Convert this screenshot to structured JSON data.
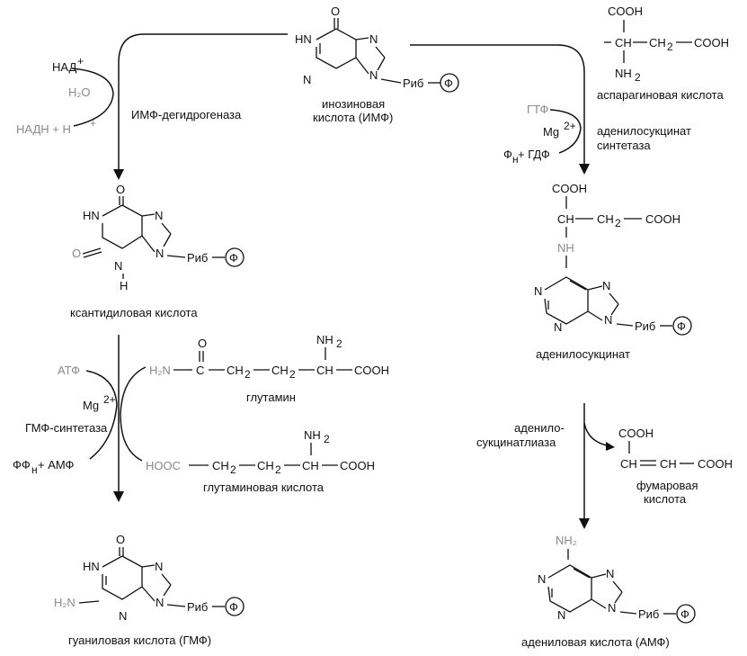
{
  "imp": {
    "name1": "инозиновая",
    "name2": "кислота (ИМФ)"
  },
  "xmp": {
    "name": "ксантидиловая кислота"
  },
  "gmp": {
    "name": "гуаниловая кислота (ГМФ)"
  },
  "adenylosuccinate": {
    "name": "аденилосукцинат"
  },
  "amp": {
    "name": "адениловая кислота (АМФ)"
  },
  "aspartate": {
    "name": "аспарагиновая кислота"
  },
  "glutamine": {
    "name": "глутамин"
  },
  "glutamate": {
    "name": "глутаминовая кислота"
  },
  "fumarate": {
    "name1": "фумаровая",
    "name2": "кислота"
  },
  "enzymes": {
    "imp_dh": "ИМФ-дегидрогеназа",
    "gmp_synthetase": "ГМФ-синтетаза",
    "adsucc_synthetase1": "аденилосукцинат",
    "adsucc_synthetase2": "синтетаза",
    "adsucc_lyase1": "аденило-",
    "adsucc_lyase2": "сукцинатлиаза"
  },
  "cofactors": {
    "nad": "НАД",
    "nad_sup": "+",
    "h2o": "H₂O",
    "nadh": "НАДН + Н",
    "nadh_sup": "+",
    "atp": "АТФ",
    "mg_left": "Mg",
    "mg_left_sup": "2+",
    "ppi": "ФФ",
    "ppi_sub": "н",
    "ppi_rest": " + АМФ",
    "gtp": "ГТФ",
    "mg_right": "Mg",
    "mg_right_sup": "2+",
    "pi": "Ф",
    "pi_sub": "н",
    "pi_rest": " + ГДФ"
  },
  "atoms": {
    "O": "O",
    "N": "N",
    "HN": "HN",
    "NH": "NH",
    "NH2": "NH",
    "two": "2",
    "H": "H",
    "H2N": "H₂N",
    "NH2_sub": "NH₂",
    "COOH": "COOH",
    "HOOC": "HOOC",
    "CH": "CH",
    "CH2": "CH",
    "C": "C",
    "rib": "Риб",
    "phi": "Ф"
  }
}
